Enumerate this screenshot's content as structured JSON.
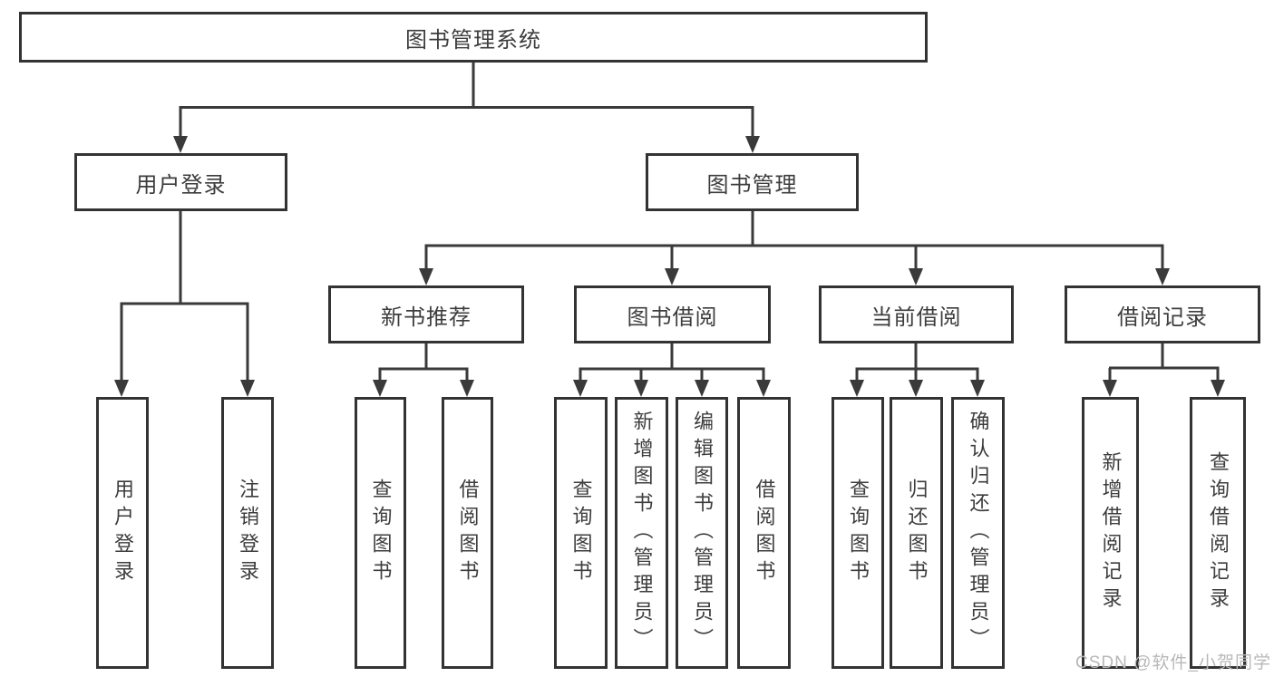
{
  "diagram": {
    "root": {
      "label": "图书管理系统"
    },
    "level2": [
      {
        "label": "用户登录"
      },
      {
        "label": "图书管理"
      }
    ],
    "level3": [
      {
        "label": "新书推荐"
      },
      {
        "label": "图书借阅"
      },
      {
        "label": "当前借阅"
      },
      {
        "label": "借阅记录"
      }
    ],
    "leaves": {
      "user_login": [
        "用户登录",
        "注销登录"
      ],
      "new_book_recommend": [
        "查询图书",
        "借阅图书"
      ],
      "book_borrow": [
        "查询图书",
        "新增图书（管理员）",
        "编辑图书（管理员）",
        "借阅图书"
      ],
      "current_borrow": [
        "查询图书",
        "归还图书",
        "确认归还（管理员）"
      ],
      "borrow_records": [
        "新增借阅记录",
        "查询借阅记录"
      ]
    }
  },
  "watermark": {
    "text": "CSDN @软件_小贺同学"
  },
  "colors": {
    "line": "#3a3a3a",
    "box_border": "#333333",
    "text": "#3d3d3d",
    "watermark_text": "#b8b8b8",
    "background": "#ffffff"
  }
}
